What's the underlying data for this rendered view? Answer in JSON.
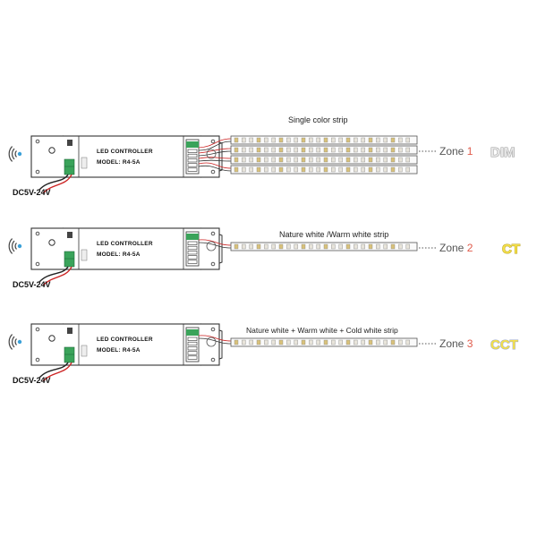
{
  "controller": {
    "line1": "LED CONTROLLER",
    "line2": "MODEL: R4-5A"
  },
  "power_label": "DC5V-24V",
  "zones": [
    {
      "strip_label": "Single color strip",
      "zone_word": "Zone",
      "zone_number": "1",
      "mode": "DIM",
      "mode_color": "#e6e6e6",
      "mode_stroke": "#9a9a9a",
      "strip_count": 4
    },
    {
      "strip_label": "Nature white /Warm white strip",
      "zone_word": "Zone",
      "zone_number": "2",
      "mode": "CT",
      "mode_color": "#f4e04a",
      "mode_stroke": "#b8a020",
      "strip_count": 1
    },
    {
      "strip_label": "Nature white + Warm white + Cold white strip",
      "zone_word": "Zone",
      "zone_number": "3",
      "mode": "CCT",
      "mode_color": "#f4e04a",
      "mode_stroke": "#9aa6c8",
      "strip_count": 1
    }
  ],
  "colors": {
    "outline": "#333333",
    "zone_number": "#e05a4a",
    "terminal_green": "#3aa35a",
    "wire_red": "#cc2222",
    "wifi": "#3aa0d8"
  }
}
